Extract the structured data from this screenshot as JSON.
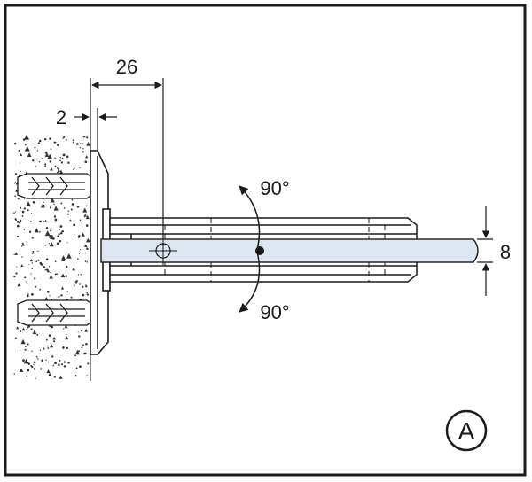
{
  "labels": {
    "dim_offset": "26",
    "dim_gap": "2",
    "dim_thickness": "8",
    "angle_up": "90°",
    "angle_down": "90°",
    "view_marker": "A"
  },
  "colors": {
    "frame": "#1a1a1a",
    "line": "#1a1a1a",
    "glass": "#dce6f0",
    "wall_dot": "#333333"
  }
}
